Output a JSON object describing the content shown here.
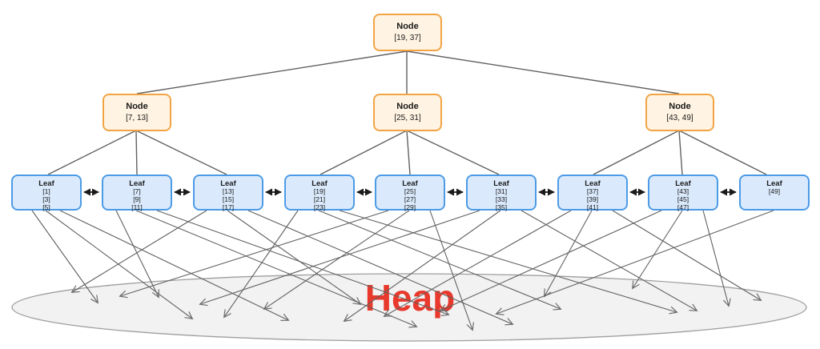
{
  "root": {
    "title": "Node",
    "range": "[19, 37]"
  },
  "internal_nodes": [
    {
      "title": "Node",
      "range": "[7, 13]"
    },
    {
      "title": "Node",
      "range": "[25, 31]"
    },
    {
      "title": "Node",
      "range": "[43, 49]"
    }
  ],
  "leaves": [
    {
      "title": "Leaf",
      "values": [
        "[1]",
        "[3]",
        "[5]"
      ]
    },
    {
      "title": "Leaf",
      "values": [
        "[7]",
        "[9]",
        "[11]"
      ]
    },
    {
      "title": "Leaf",
      "values": [
        "[13]",
        "[15]",
        "[17]"
      ]
    },
    {
      "title": "Leaf",
      "values": [
        "[19]",
        "[21]",
        "[23]"
      ]
    },
    {
      "title": "Leaf",
      "values": [
        "[25]",
        "[27]",
        "[29]"
      ]
    },
    {
      "title": "Leaf",
      "values": [
        "[31]",
        "[33]",
        "[35]"
      ]
    },
    {
      "title": "Leaf",
      "values": [
        "[37]",
        "[39]",
        "[41]"
      ]
    },
    {
      "title": "Leaf",
      "values": [
        "[43]",
        "[45]",
        "[47]"
      ]
    },
    {
      "title": "Leaf",
      "values": [
        "[49]"
      ]
    }
  ],
  "heap": {
    "label": "Heap"
  },
  "colors": {
    "node_fill": "#fff3e3",
    "node_border": "#f2a444",
    "leaf_fill": "#daeafc",
    "leaf_border": "#4d9be6",
    "edge": "#616161",
    "heap_fill": "#f2f2f2",
    "heap_stroke": "#9e9e9e",
    "heap_label": "#e8392c"
  }
}
